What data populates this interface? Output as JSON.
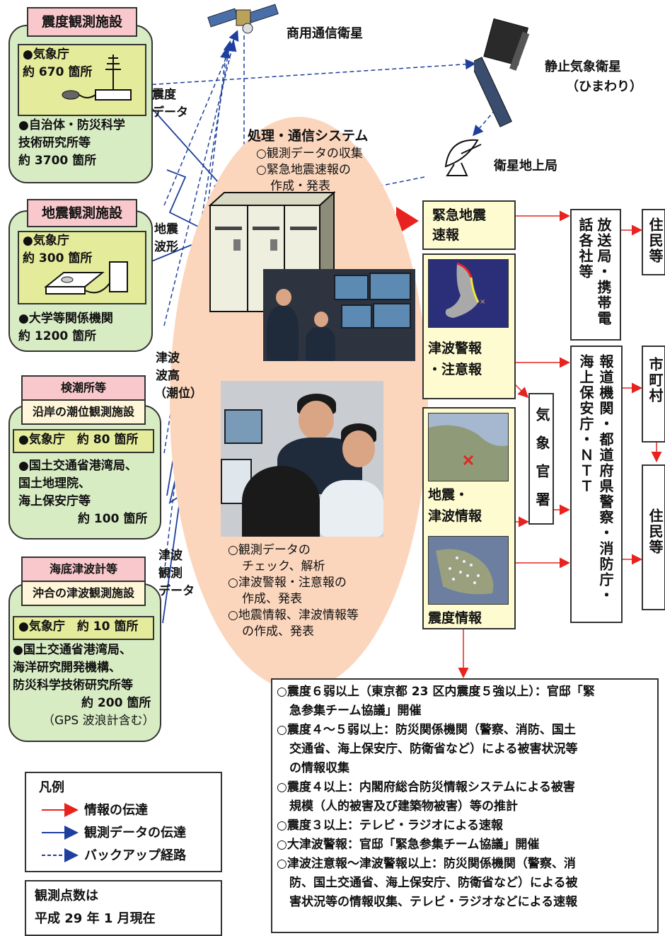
{
  "satellites": {
    "commercial": "商用通信衛星",
    "geostationary_line1": "静止気象衛星",
    "geostationary_line2": "（ひまわり）",
    "ground_station": "衛星地上局"
  },
  "facilities": [
    {
      "title": "震度観測施設",
      "jma_lines": [
        "●気象庁",
        "約 670 箇所"
      ],
      "other_lines": [
        "●自治体・防災科学",
        "技術研究所等",
        "約 3700 箇所"
      ]
    },
    {
      "title": "地震観測施設",
      "jma_lines": [
        "●気象庁",
        "約 300 箇所"
      ],
      "other_lines": [
        "●大学等関係機関",
        "約 1200 箇所"
      ]
    },
    {
      "title_line1": "検潮所等",
      "title_line2": "沿岸の潮位観測施設",
      "jma_lines": [
        "●気象庁　約 80 箇所"
      ],
      "other_lines": [
        "●国土交通省港湾局、",
        "国土地理院、",
        "海上保安庁等",
        "約 100 箇所"
      ]
    },
    {
      "title_line1": "海底津波計等",
      "title_line2": "沖合の津波観測施設",
      "jma_lines": [
        "●気象庁　約 10 箇所"
      ],
      "other_lines": [
        "●国土交通省港湾局、",
        "海洋研究開発機構、",
        "防災科学技術研究所等",
        "約 200 箇所",
        "（GPS 波浪計含む）"
      ]
    }
  ],
  "data_labels": {
    "shindo": [
      "震度",
      "データ"
    ],
    "jishin": [
      "地震",
      "波形"
    ],
    "tsunami_height": [
      "津波",
      "波高",
      "（潮位）"
    ],
    "tsunami_obs": [
      "津波",
      "観測",
      "データ"
    ]
  },
  "system": {
    "title": "処理・通信システム",
    "tasks": [
      "○観測データの収集",
      "○緊急地震速報の",
      "作成・発表"
    ],
    "analysis": [
      "○観測データの",
      "チェック、解析",
      "○津波警報・注意報の",
      "作成、発表",
      "○地震情報、津波情報等",
      "の作成、発表"
    ]
  },
  "products": {
    "eew_line1": "緊急地震",
    "eew_line2": "速報",
    "tsunami_line1": "津波警報",
    "tsunami_line2": "・注意報",
    "eq_line1": "地震・",
    "eq_line2": "津波情報",
    "shindo_info": "震度情報"
  },
  "recipients": {
    "broadcasters": "放送局・携帯電話各社等",
    "residents_top": "住民等",
    "local_office": "気象官署",
    "agencies": "報道機関・都道府県警察・消防庁・海上保安庁・ＮＴＴ",
    "municipalities": "市町村",
    "residents_bottom": "住民等"
  },
  "legend": {
    "title": "凡例",
    "items": [
      "情報の伝達",
      "観測データの伝達",
      "バックアップ経路"
    ],
    "colors": [
      "#e8231f",
      "#1e3f9e",
      "#1e3f9e"
    ]
  },
  "count_note": [
    "観測点数は",
    "平成 29 年 1 月現在"
  ],
  "responses": [
    "○震度６弱以上（東京都 23 区内震度５強以上）：官邸「緊",
    "急参集チーム協議」開催",
    "○震度４～５弱以上：防災関係機関（警察、消防、国土",
    "交通省、海上保安庁、防衛省など）による被害状況等",
    "の情報収集",
    "○震度４以上：内閣府総合防災情報システムによる被害",
    "規模（人的被害及び建築物被害）等の推計",
    "○震度３以上：テレビ・ラジオによる速報",
    "○大津波警報：官邸「緊急参集チーム協議」開催",
    "○津波注意報～津波警報以上：防災関係機関（警察、消",
    "防、国土交通省、海上保安庁、防衛省など）による被",
    "害状況等の情報収集、テレビ・ラジオなどによる速報"
  ]
}
